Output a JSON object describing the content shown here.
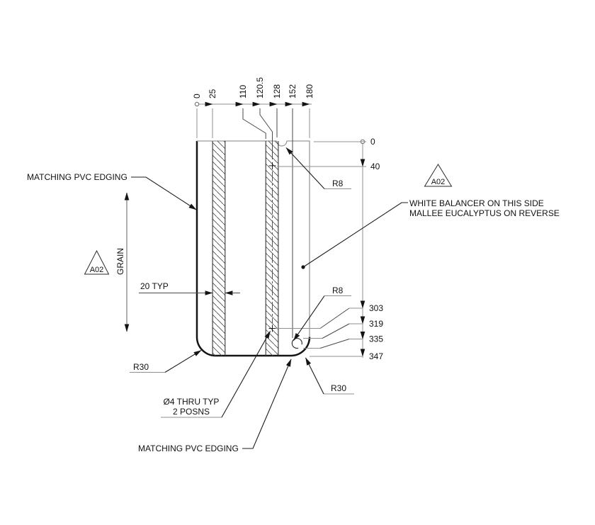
{
  "drawing": {
    "top_dims": [
      "0",
      "25",
      "110",
      "120.5",
      "128",
      "152",
      "180"
    ],
    "right_dims": [
      "0",
      "40",
      "303",
      "319",
      "335",
      "347"
    ],
    "labels": {
      "pvc_top": "MATCHING PVC EDGING",
      "pvc_bottom": "MATCHING PVC EDGING",
      "balancer_line1": "WHITE BALANCER ON THIS SIDE",
      "balancer_line2": "MALLEE EUCALYPTUS ON REVERSE",
      "grain": "GRAIN",
      "rev_left": "A02",
      "rev_right": "A02",
      "r8_top": "R8",
      "r8_bottom": "R8",
      "r30_left": "R30",
      "r30_right": "R30",
      "hole_note_line1": "Ø4 THRU TYP",
      "hole_note_line2": "2 POSNS",
      "thickness": "20 TYP"
    },
    "colors": {
      "outline": "#141414",
      "dimension_lines": "#8f8f8f",
      "light_edges": "#9a9a9a",
      "text": "#111111",
      "background": "#ffffff"
    }
  }
}
